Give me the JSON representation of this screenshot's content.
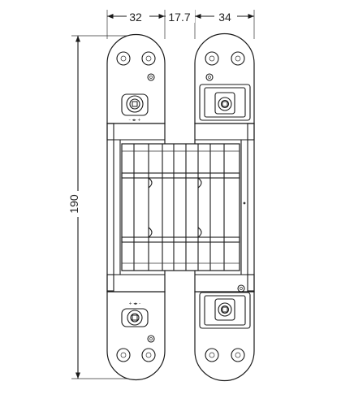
{
  "dimensions": {
    "left_plate_width": "32",
    "gap": "17.7",
    "right_plate_width": "34",
    "overall_height": "190"
  },
  "adjust_marks": {
    "top_left": "– ◂▸ +",
    "bottom_left": "+ ◂▸ –"
  }
}
